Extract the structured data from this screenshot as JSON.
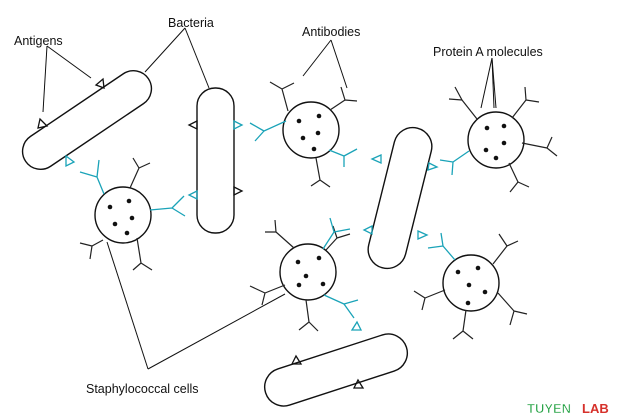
{
  "labels": {
    "antigens": "Antigens",
    "bacteria": "Bacteria",
    "antibodies": "Antibodies",
    "protein_a": "Protein A molecules",
    "staph": "Staphylococcal cells"
  },
  "watermark": {
    "part1": "TUYEN",
    "part2": "LAB"
  },
  "colors": {
    "antibody": "#1aa3b8",
    "ink": "#111111",
    "watermark_green": "#25a244",
    "watermark_red": "#d6312b"
  }
}
